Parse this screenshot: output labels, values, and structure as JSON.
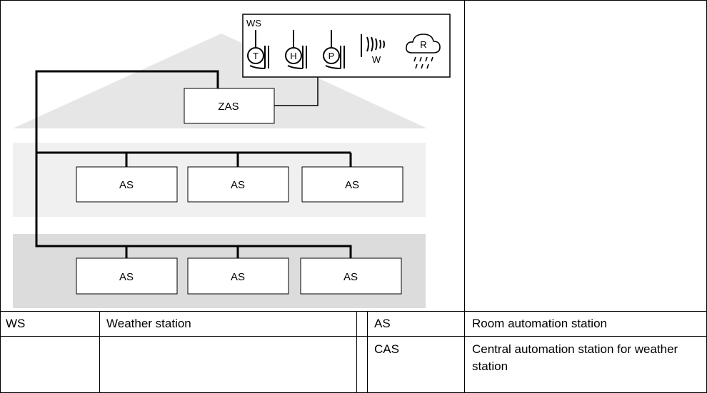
{
  "diagram": {
    "weather_station_label": "WS",
    "sensors": {
      "temperature": "T",
      "humidity": "H",
      "pressure": "P",
      "wind": "W",
      "rain": "R"
    },
    "central_station_label": "ZAS",
    "upper_floor_stations": [
      "AS",
      "AS",
      "AS"
    ],
    "lower_floor_stations": [
      "AS",
      "AS",
      "AS"
    ]
  },
  "legend": {
    "rows": [
      {
        "abbr1": "WS",
        "desc1": "Weather station",
        "abbr2": "AS",
        "desc2": "Room automation station"
      },
      {
        "abbr1": "",
        "desc1": "",
        "abbr2": "CAS",
        "desc2": "Central automation station for weather station"
      }
    ]
  }
}
